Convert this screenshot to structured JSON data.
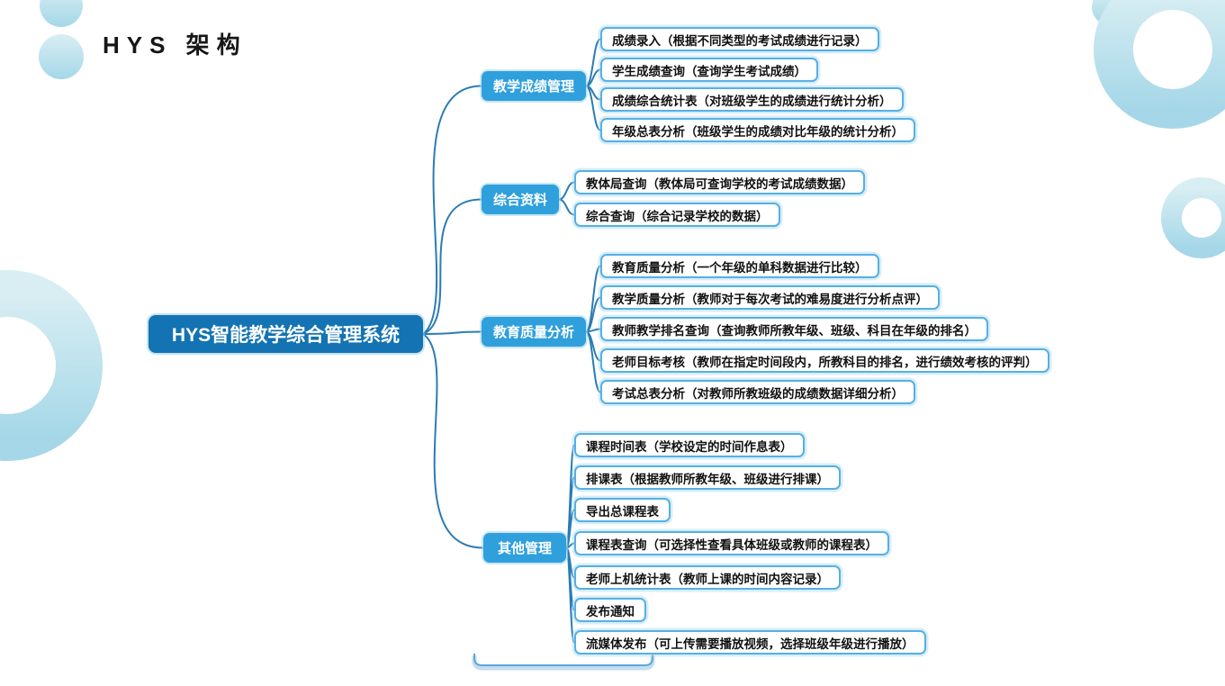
{
  "title": "HYS 架构",
  "colors": {
    "root_fill": "#1373b3",
    "branch_fill": "#2fa0dc",
    "leaf_border": "#55b0e3",
    "connector": "#2b7cb4",
    "decoration_light": "#d9eef3",
    "decoration_dark": "#a5d7e8"
  },
  "mindmap": {
    "root": "HYS智能教学综合管理系统",
    "branches": [
      {
        "label": "教学成绩管理",
        "children": [
          "成绩录入（根据不同类型的考试成绩进行记录）",
          "学生成绩查询（查询学生考试成绩）",
          "成绩综合统计表（对班级学生的成绩进行统计分析）",
          "年级总表分析（班级学生的成绩对比年级的统计分析）"
        ]
      },
      {
        "label": "综合资料",
        "children": [
          "教体局查询（教体局可查询学校的考试成绩数据）",
          "综合查询（综合记录学校的数据）"
        ]
      },
      {
        "label": "教育质量分析",
        "children": [
          "教育质量分析（一个年级的单科数据进行比较）",
          "教学质量分析（教师对于每次考试的难易度进行分析点评）",
          "教师教学排名查询（查询教师所教年级、班级、科目在年级的排名）",
          "老师目标考核（教师在指定时间段内，所教科目的排名，进行绩效考核的评判）",
          "考试总表分析（对教师所教班级的成绩数据详细分析）"
        ]
      },
      {
        "label": "其他管理",
        "children": [
          "课程时间表（学校设定的时间作息表）",
          "排课表（根据教师所教年级、班级进行排课）",
          "导出总课程表",
          "课程表查询（可选择性查看具体班级或教师的课程表）",
          "老师上机统计表（教师上课的时间内容记录）",
          "发布通知",
          "流媒体发布（可上传需要播放视频，选择班级年级进行播放）"
        ]
      }
    ]
  }
}
